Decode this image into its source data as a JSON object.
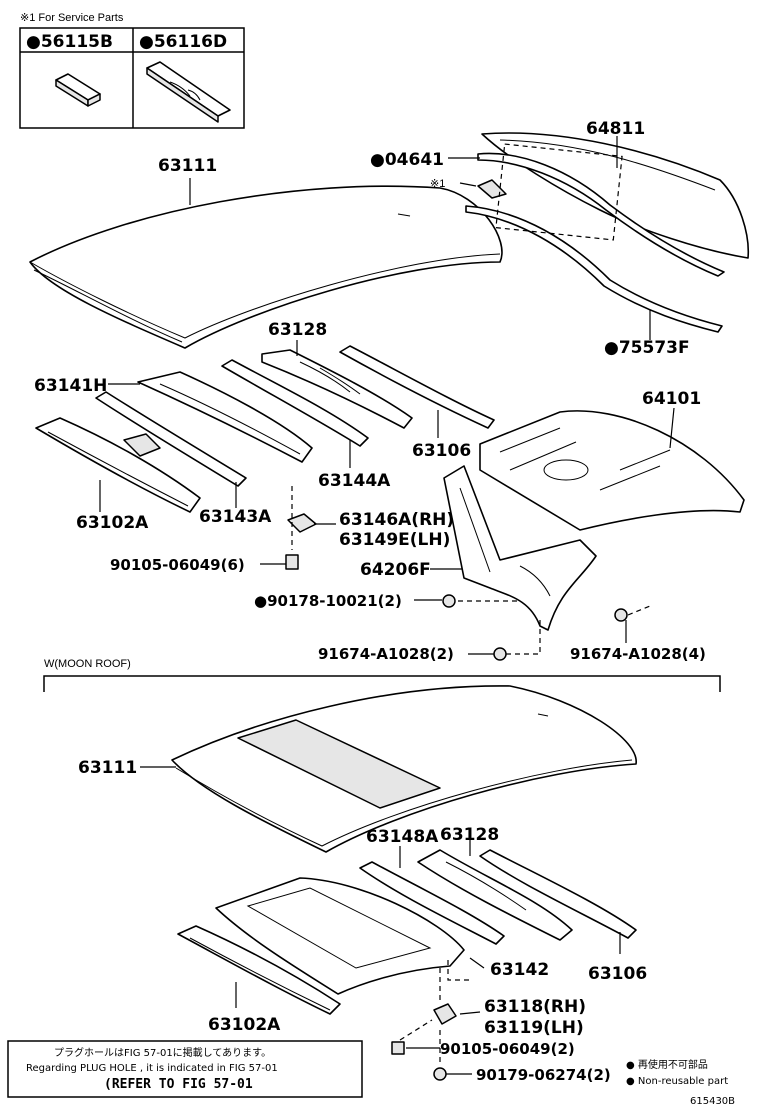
{
  "service_parts": {
    "title": "※1 For Service Parts",
    "left": "●56115B",
    "right": "●56116D"
  },
  "star_ref": "※1",
  "labels": {
    "p63111_top": "63111",
    "p64811": "64811",
    "p04641": "●04641",
    "p75573F": "●75573F",
    "p63128_top": "63128",
    "p63141H": "63141H",
    "p63106_top": "63106",
    "p64101": "64101",
    "p63144A": "63144A",
    "p63102A_top": "63102A",
    "p63143A": "63143A",
    "p63146A": "63146A(RH)",
    "p63149E": "63149E(LH)",
    "p90105_top": "90105-06049(6)",
    "p64206F": "64206F",
    "p90178": "●90178-10021(2)",
    "p91674_left": "91674-A1028(2)",
    "p91674_right": "91674-A1028(4)",
    "p63111_bottom": "63111",
    "p63148A": "63148A",
    "p63128_bottom": "63128",
    "p63142": "63142",
    "p63106_bottom": "63106",
    "p63102A_bottom": "63102A",
    "p63118": "63118(RH)",
    "p63119": "63119(LH)",
    "p90105_bottom": "90105-06049(2)",
    "p90179": "90179-06274(2)"
  },
  "section": "W(MOON ROOF)",
  "note": {
    "jp": "プラグホールはFIG 57-01に掲載してあります。",
    "en": "Regarding PLUG HOLE , it is indicated in FIG 57-01",
    "ref": "(REFER TO FIG 57-01"
  },
  "legend": {
    "jp": "● 再使用不可部品",
    "en": "● Non-reusable part"
  },
  "figure_number": "615430B"
}
